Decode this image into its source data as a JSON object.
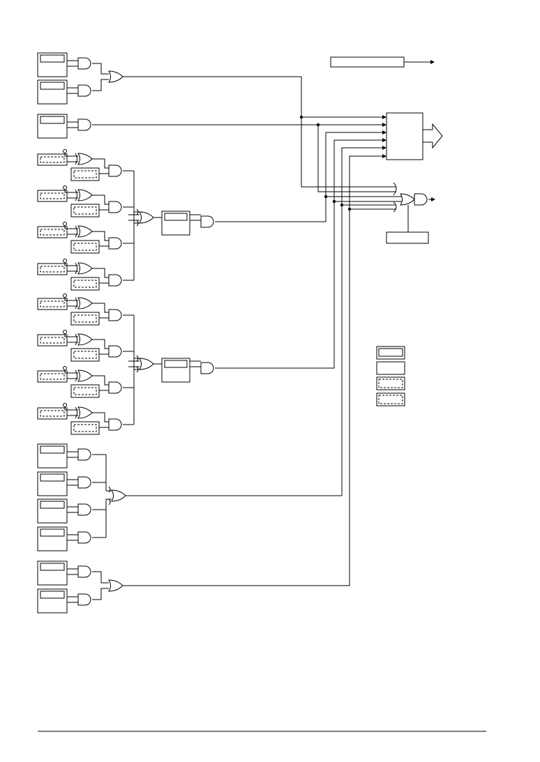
{
  "diagram": {
    "kind": "logic-block-diagram",
    "line_color": "#000000",
    "background": "#ffffff",
    "labels": [],
    "gate_types": [
      "AND",
      "OR",
      "XOR"
    ],
    "register_styles": [
      "solid-field",
      "plain",
      "dashed-field",
      "double-dashed-field"
    ]
  }
}
